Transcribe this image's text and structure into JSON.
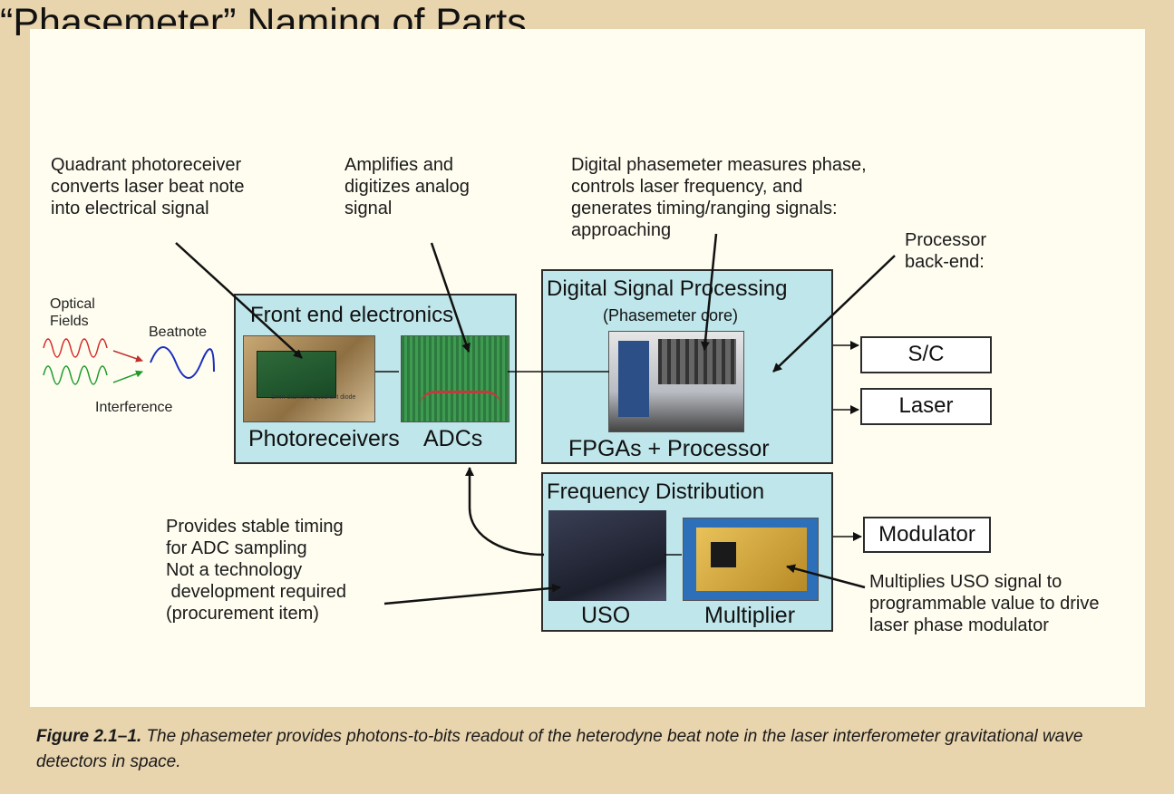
{
  "title": "“Phasemeter” Naming of Parts",
  "annotations": {
    "photoreceiver_note": "Quadrant photoreceiver\nconverts laser beat note\ninto electrical signal",
    "adc_note": "Amplifies and\ndigitizes analog\nsignal",
    "phasemeter_note": "Digital phasemeter measures phase,\ncontrols laser frequency, and\ngenerates timing/ranging signals:\napproaching",
    "processor_note": "Processor\nback-end:",
    "uso_note": "Provides stable timing\nfor ADC sampling\nNot a technology\n development required\n(procurement item)",
    "multiplier_note": "Multiplies USO signal to\nprogrammable value to drive\nlaser phase modulator"
  },
  "optics": {
    "fields_label": "Optical\nFields",
    "beatnote_label": "Beatnote",
    "interference_label": "Interference",
    "colors": {
      "wave_red": "#d42a2a",
      "wave_green": "#1c9a2c",
      "beatnote": "#1c2fc0"
    }
  },
  "front_end": {
    "header": "Front end electronics",
    "photoreceivers_label": "Photoreceivers",
    "adcs_label": "ADCs",
    "photo_caption": "1mm diameter quadrant diode"
  },
  "dsp": {
    "header": "Digital Signal Processing",
    "subheader": "(Phasemeter core)",
    "footer": "FPGAs + Processor"
  },
  "freq_dist": {
    "header": "Frequency Distribution",
    "uso_label": "USO",
    "multiplier_label": "Multiplier"
  },
  "outputs": [
    "S/C",
    "Laser",
    "Modulator"
  ],
  "caption": {
    "figure_label": "Figure 2.1–1.",
    "text": " The phasemeter provides photons-to-bits readout of the heterodyne beat note in the laser interferometer gravitational wave detectors in space."
  },
  "colors": {
    "box_fill": "#bfe6ea",
    "panel": "#fffdf0",
    "frame": "#e8d4ad"
  }
}
